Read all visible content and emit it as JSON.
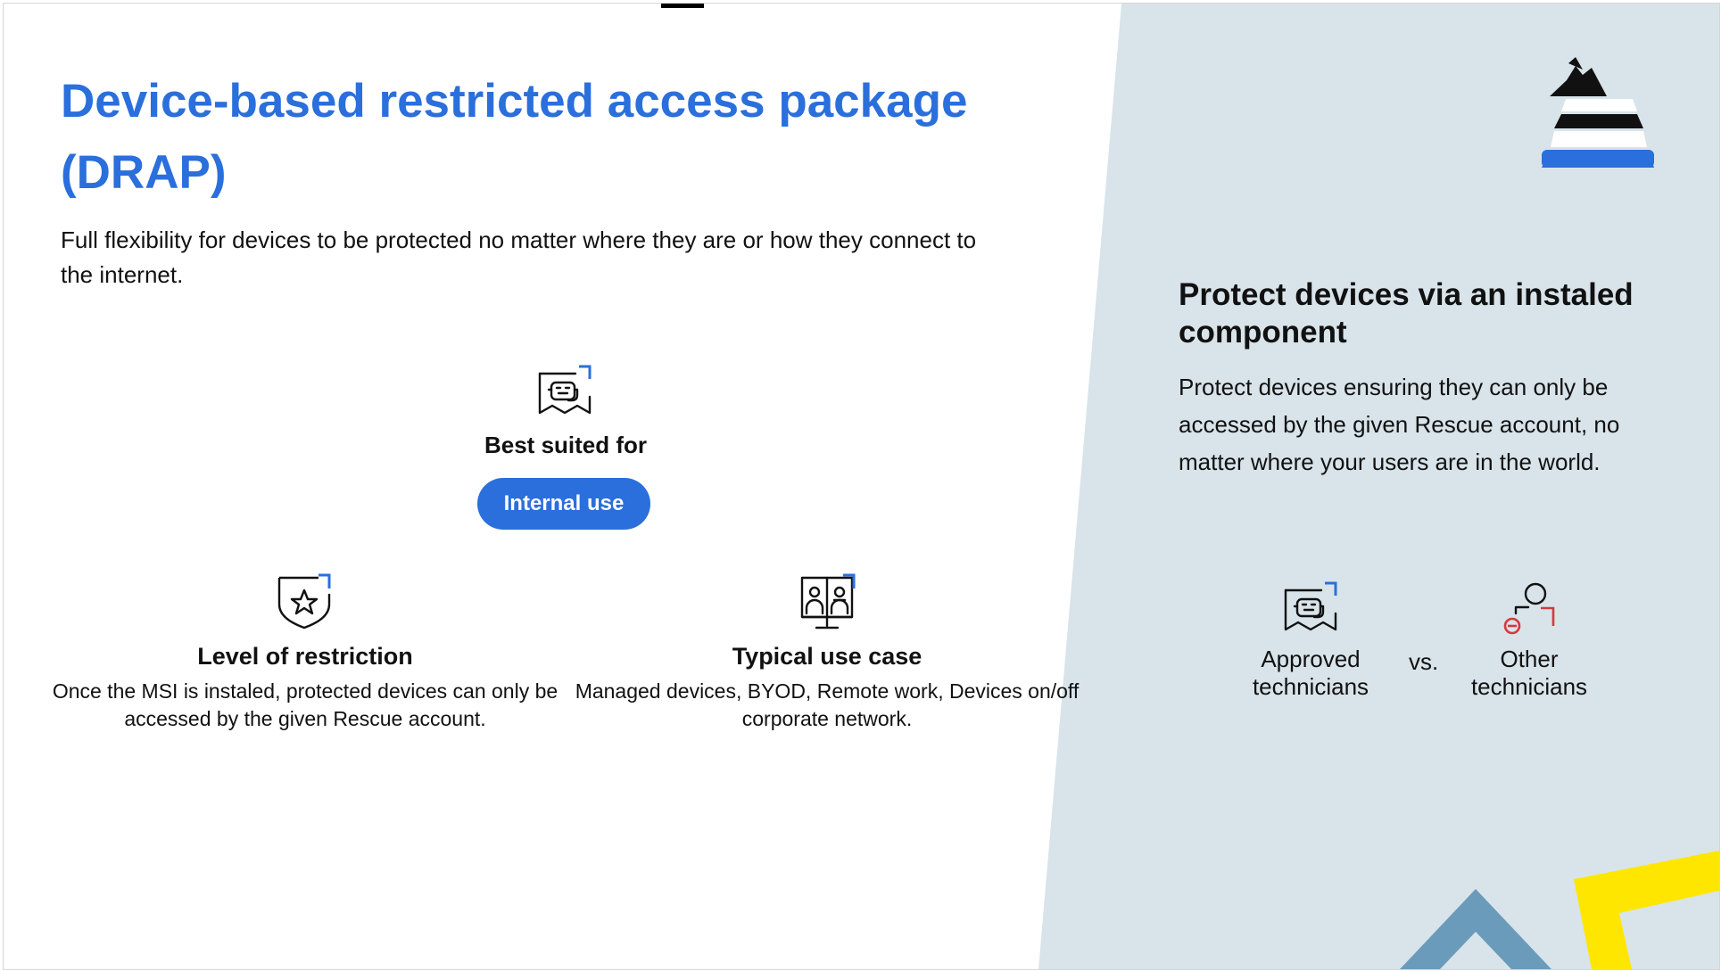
{
  "title": "Device-based restricted access package (DRAP)",
  "subtitle": "Full flexibility for devices to be protected no matter where they are or how they connect to the internet.",
  "best_suited": {
    "icon": "technician-headset-icon",
    "label": "Best suited for",
    "badge": "Internal use"
  },
  "cards": [
    {
      "icon": "shield-star-icon",
      "title": "Level of restriction",
      "description": "Once the MSI is instaled, protected devices can only be accessed by the given Rescue account."
    },
    {
      "icon": "devices-users-icon",
      "title": "Typical use case",
      "description": "Managed devices, BYOD, Remote work, Devices on/off corporate network."
    }
  ],
  "right_panel": {
    "title": "Protect devices via an instaled component",
    "description": "Protect devices ensuring they can only be accessed by the given Rescue account, no matter where your users are in the world.",
    "compare": {
      "left_icon": "technician-headset-icon",
      "left_label": "Approved technicians",
      "vs": "vs.",
      "right_icon": "blocked-user-icon",
      "right_label": "Other technicians"
    }
  },
  "colors": {
    "accent_blue": "#2a6fdc",
    "panel_bg": "#d8e4ea",
    "yellow": "#ffe600",
    "steel_blue": "#6a9bbb",
    "alert_red": "#d63a3a"
  }
}
